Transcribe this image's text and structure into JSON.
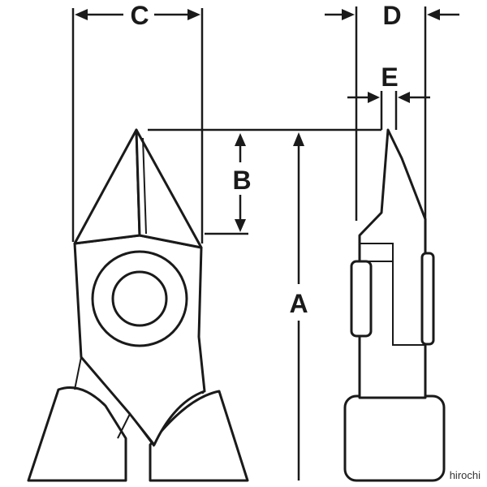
{
  "dimensions": {
    "a": "A",
    "b": "B",
    "c": "C",
    "d": "D",
    "e": "E"
  },
  "watermark": "hirochi",
  "colors": {
    "ink": "#1a1a1a",
    "background": "#ffffff"
  }
}
